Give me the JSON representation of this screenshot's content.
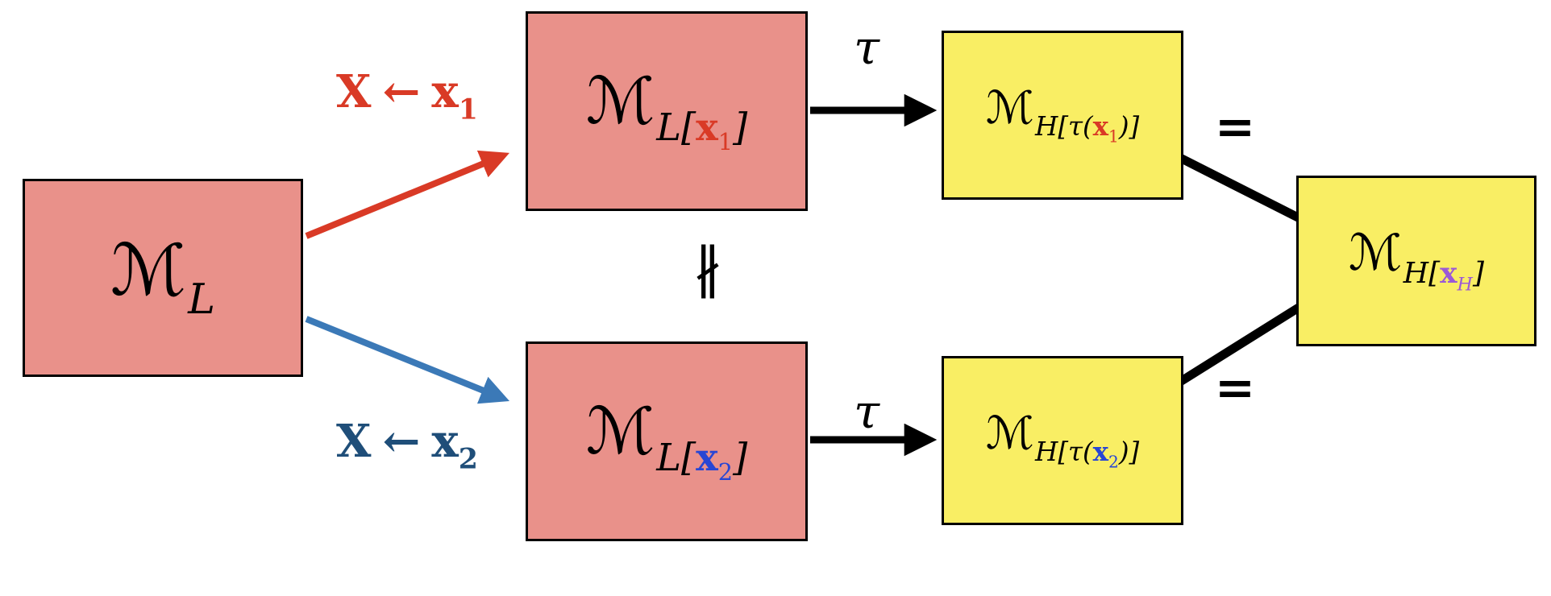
{
  "colors": {
    "box-pink": "#E9918A",
    "box-yellow": "#F9EE64",
    "red": "#D93A26",
    "blue-bright": "#2846D4",
    "navy": "#1F4E79",
    "steel-blue": "#3B79B7",
    "purple": "#9B59D6",
    "line-black": "#000000"
  },
  "nodes": {
    "mL": {
      "m": "ℳ",
      "sub": "L"
    },
    "mLx1": {
      "m": "ℳ",
      "sub_pre": "L[",
      "x": "x",
      "x_sub": "1",
      "sub_post": "]"
    },
    "mLx2": {
      "m": "ℳ",
      "sub_pre": "L[",
      "x": "x",
      "x_sub": "2",
      "sub_post": "]"
    },
    "mHtx1": {
      "m": "ℳ",
      "sub_pre": "H[τ(",
      "x": "x",
      "x_sub": "1",
      "sub_post": ")]"
    },
    "mHtx2": {
      "m": "ℳ",
      "sub_pre": "H[τ(",
      "x": "x",
      "x_sub": "2",
      "sub_post": ")]"
    },
    "mHxH": {
      "m": "ℳ",
      "sub_pre": "H[",
      "x": "x",
      "x_sub": "H",
      "sub_post": "]"
    }
  },
  "labels": {
    "intervention1": {
      "target": "X",
      "arrow": "←",
      "x": "x",
      "sub": "1"
    },
    "intervention2": {
      "target": "X",
      "arrow": "←",
      "x": "x",
      "sub": "2"
    },
    "tau_top": "τ",
    "tau_bottom": "τ",
    "eq_top": "=",
    "eq_bottom": "=",
    "not_parallel": "∦"
  }
}
